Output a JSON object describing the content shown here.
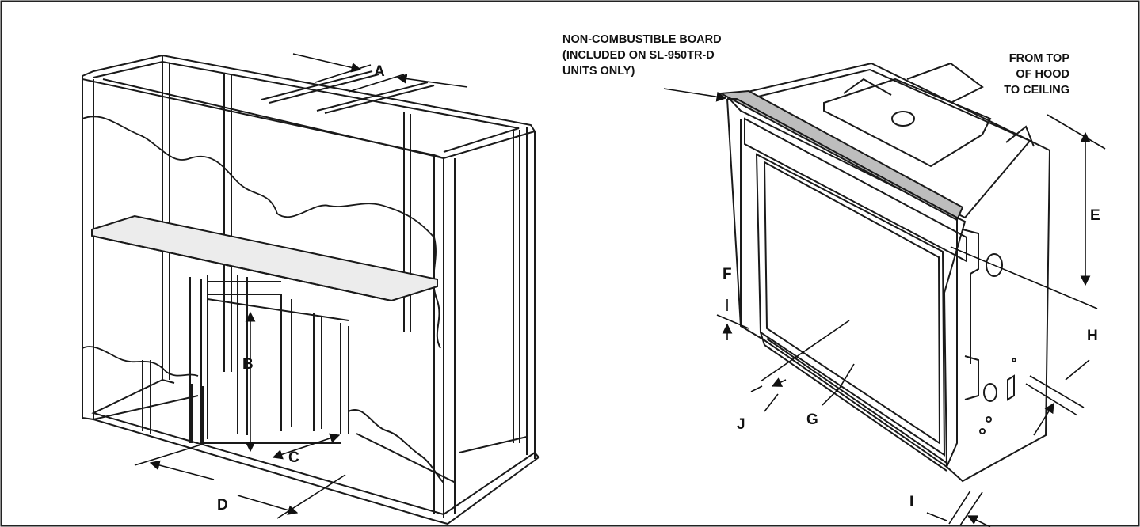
{
  "frame_diagram": {
    "dimension_labels": {
      "a": "A",
      "b": "B",
      "c": "C",
      "d": "D"
    }
  },
  "fireplace_diagram": {
    "board_note": {
      "line1": "NON-COMBUSTIBLE BOARD",
      "line2": "(INCLUDED ON SL-950TR-D",
      "line3": "UNITS ONLY)"
    },
    "ceiling_note": {
      "line1": "FROM TOP",
      "line2": "OF HOOD",
      "line3": "TO CEILING"
    },
    "dimension_labels": {
      "e": "E",
      "f": "F",
      "g": "G",
      "h": "H",
      "i": "I",
      "j": "J"
    }
  },
  "colors": {
    "line": "#1a1a1a",
    "board_strip": "#bdbdbd"
  }
}
